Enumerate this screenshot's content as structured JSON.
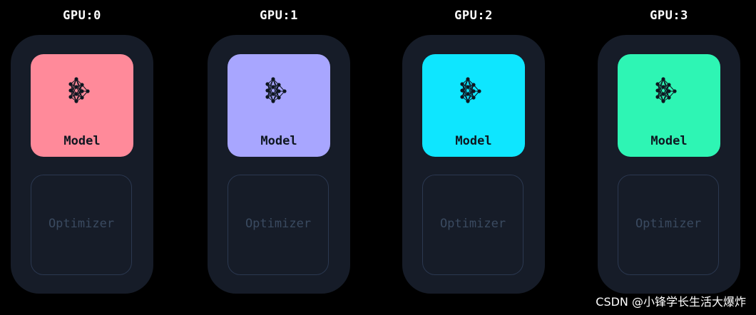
{
  "gpus": [
    {
      "label": "GPU:0",
      "model_label": "Model",
      "optimizer_label": "Optimizer",
      "model_color": "#ff8a9a"
    },
    {
      "label": "GPU:1",
      "model_label": "Model",
      "optimizer_label": "Optimizer",
      "model_color": "#a8a6ff"
    },
    {
      "label": "GPU:2",
      "model_label": "Model",
      "optimizer_label": "Optimizer",
      "model_color": "#0ee6ff"
    },
    {
      "label": "GPU:3",
      "model_label": "Model",
      "optimizer_label": "Optimizer",
      "model_color": "#2ef5b4"
    }
  ],
  "colors": {
    "background": "#000000",
    "card": "#161c28",
    "optimizer_border": "#2b3850",
    "optimizer_text": "#3a4a60",
    "model_text": "#0e1620",
    "icon": "#0e1620"
  },
  "icon": "neural-network-icon",
  "watermark": "CSDN @小锋学长生活大爆炸"
}
